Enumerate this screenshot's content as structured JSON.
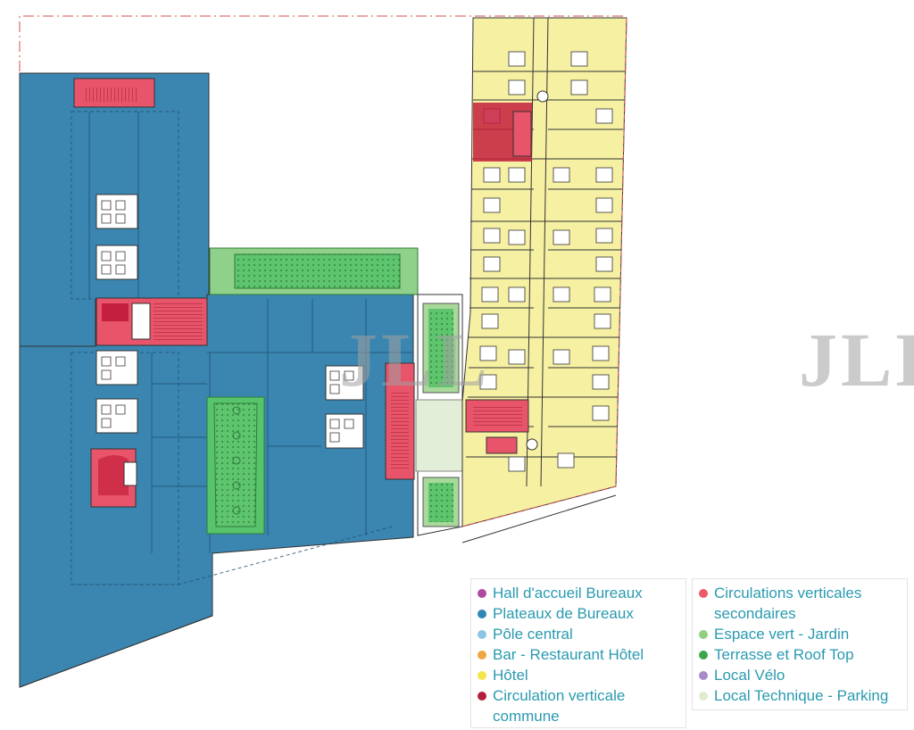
{
  "watermark": {
    "text_left": "JLL",
    "text_right": "JLL"
  },
  "legend": {
    "left": [
      {
        "label": "Hall d'accueil Bureaux",
        "color": "#b04aa0"
      },
      {
        "label": "Plateaux de Bureaux",
        "color": "#2e86b3"
      },
      {
        "label": "Pôle central",
        "color": "#8cc4e4"
      },
      {
        "label": "Bar - Restaurant Hôtel",
        "color": "#f0a640"
      },
      {
        "label": "Hôtel",
        "color": "#f3e64a"
      },
      {
        "label": "Circulation verticale commune",
        "color": "#b31f3a"
      }
    ],
    "right": [
      {
        "label": "Circulations verticales secondaires",
        "color": "#ec5a6a"
      },
      {
        "label": "Espace vert - Jardin",
        "color": "#8fcf7f"
      },
      {
        "label": "Terrasse et Roof Top",
        "color": "#3aa64a"
      },
      {
        "label": "Local Vélo",
        "color": "#a98ac9"
      },
      {
        "label": "Local Technique - Parking",
        "color": "#dfeccf"
      }
    ]
  },
  "colors": {
    "office": "#3a86b0",
    "hotel": "#f6f0a3",
    "circulation": "#e8546a",
    "circulation_dark": "#c41f3c",
    "garden": "#57c46c",
    "technical": "#e2eed8"
  }
}
